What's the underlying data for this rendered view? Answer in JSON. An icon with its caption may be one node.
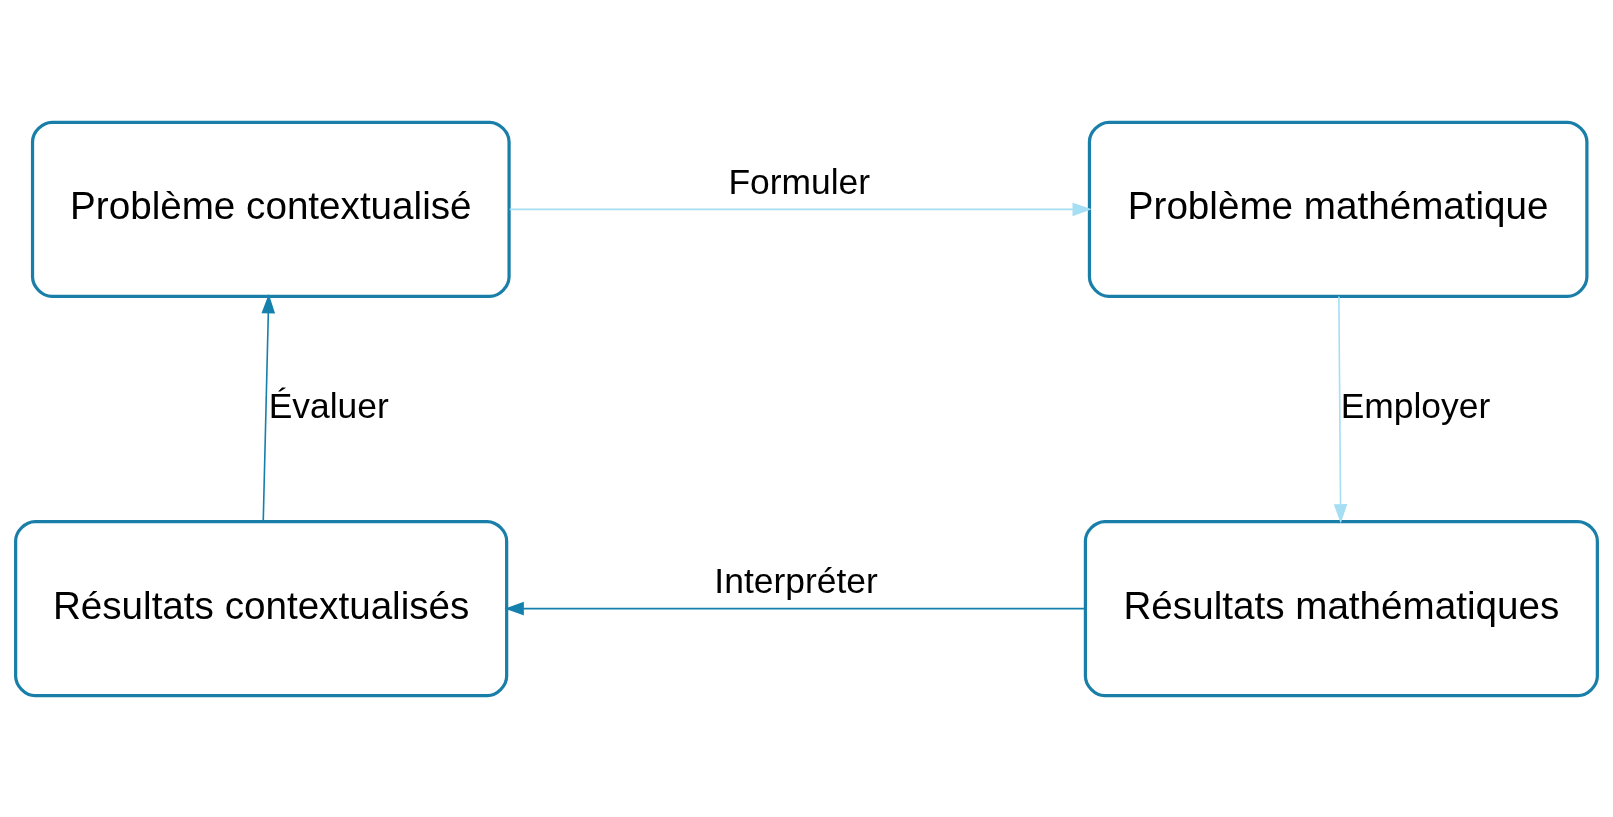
{
  "diagram": {
    "nodes": [
      {
        "text": [
          "Problème contextualisé"
        ]
      },
      {
        "text": [
          "Problème mathématique"
        ]
      },
      {
        "text": [
          "Résultats contextualisés"
        ]
      },
      {
        "text": [
          "Résultats mathématiques"
        ]
      }
    ],
    "edges": [
      {
        "from": 0,
        "to": 1,
        "arrow": "to",
        "label": "Formuler",
        "color": "#a6def4"
      },
      {
        "from": 1,
        "to": 3,
        "arrow": "to",
        "label": "Employer",
        "color": "#a6def4"
      },
      {
        "from": 3,
        "to": 2,
        "arrow": "to",
        "label": "Interpréter",
        "color": "#1580ac"
      },
      {
        "from": 2,
        "to": 0,
        "arrow": "to",
        "label": "Évaluer",
        "color": "#1580ac"
      }
    ]
  }
}
